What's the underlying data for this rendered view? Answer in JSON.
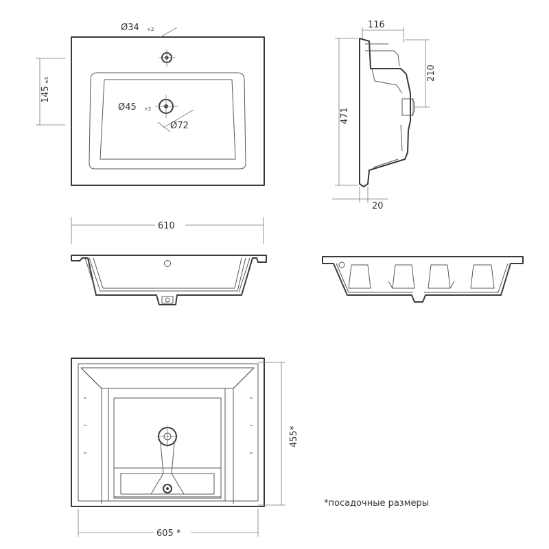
{
  "dimensions": {
    "hole_faucet": "Ø34",
    "hole_faucet_tol": "+2",
    "overall_height": "145",
    "overall_height_tol": "±5",
    "hole_drain": "Ø45",
    "hole_drain_tol": "+2",
    "drain_ring": "Ø72",
    "side_top_depth": "116",
    "side_drain_offset": "210",
    "side_length": "471",
    "side_bottom": "20",
    "front_width": "610",
    "mount_depth": "455*",
    "mount_width": "605 *"
  },
  "note": "*посадочные размеры"
}
